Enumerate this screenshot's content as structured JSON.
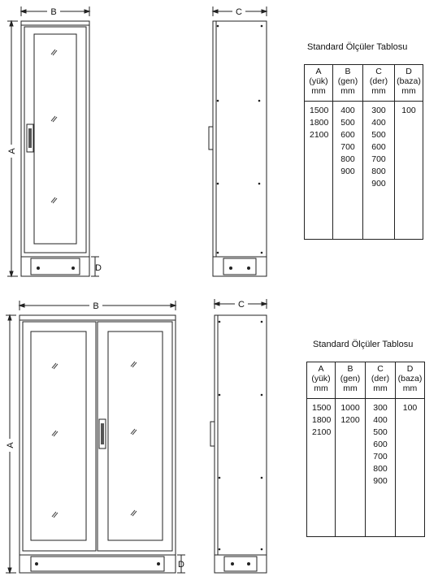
{
  "dimension_labels": {
    "a": "A",
    "b": "B",
    "c": "C",
    "d": "D"
  },
  "tables": [
    {
      "title": "Standard Ölçüler Tablosu",
      "columns": [
        {
          "letter": "A",
          "desc": "(yük)",
          "unit": "mm",
          "values": [
            "1500",
            "1800",
            "2100"
          ]
        },
        {
          "letter": "B",
          "desc": "(gen)",
          "unit": "mm",
          "values": [
            "400",
            "500",
            "600",
            "700",
            "800",
            "900"
          ]
        },
        {
          "letter": "C",
          "desc": "(der)",
          "unit": "mm",
          "values": [
            "300",
            "400",
            "500",
            "600",
            "700",
            "800",
            "900"
          ]
        },
        {
          "letter": "D",
          "desc": "(baza)",
          "unit": "mm",
          "values": [
            "100"
          ]
        }
      ]
    },
    {
      "title": "Standard Ölçüler Tablosu",
      "columns": [
        {
          "letter": "A",
          "desc": "(yük)",
          "unit": "mm",
          "values": [
            "1500",
            "1800",
            "2100"
          ]
        },
        {
          "letter": "B",
          "desc": "(gen)",
          "unit": "mm",
          "values": [
            "1000",
            "1200"
          ]
        },
        {
          "letter": "C",
          "desc": "(der)",
          "unit": "mm",
          "values": [
            "300",
            "400",
            "500",
            "600",
            "700",
            "800",
            "900"
          ]
        },
        {
          "letter": "D",
          "desc": "(baza)",
          "unit": "mm",
          "values": [
            "100"
          ]
        }
      ]
    }
  ]
}
